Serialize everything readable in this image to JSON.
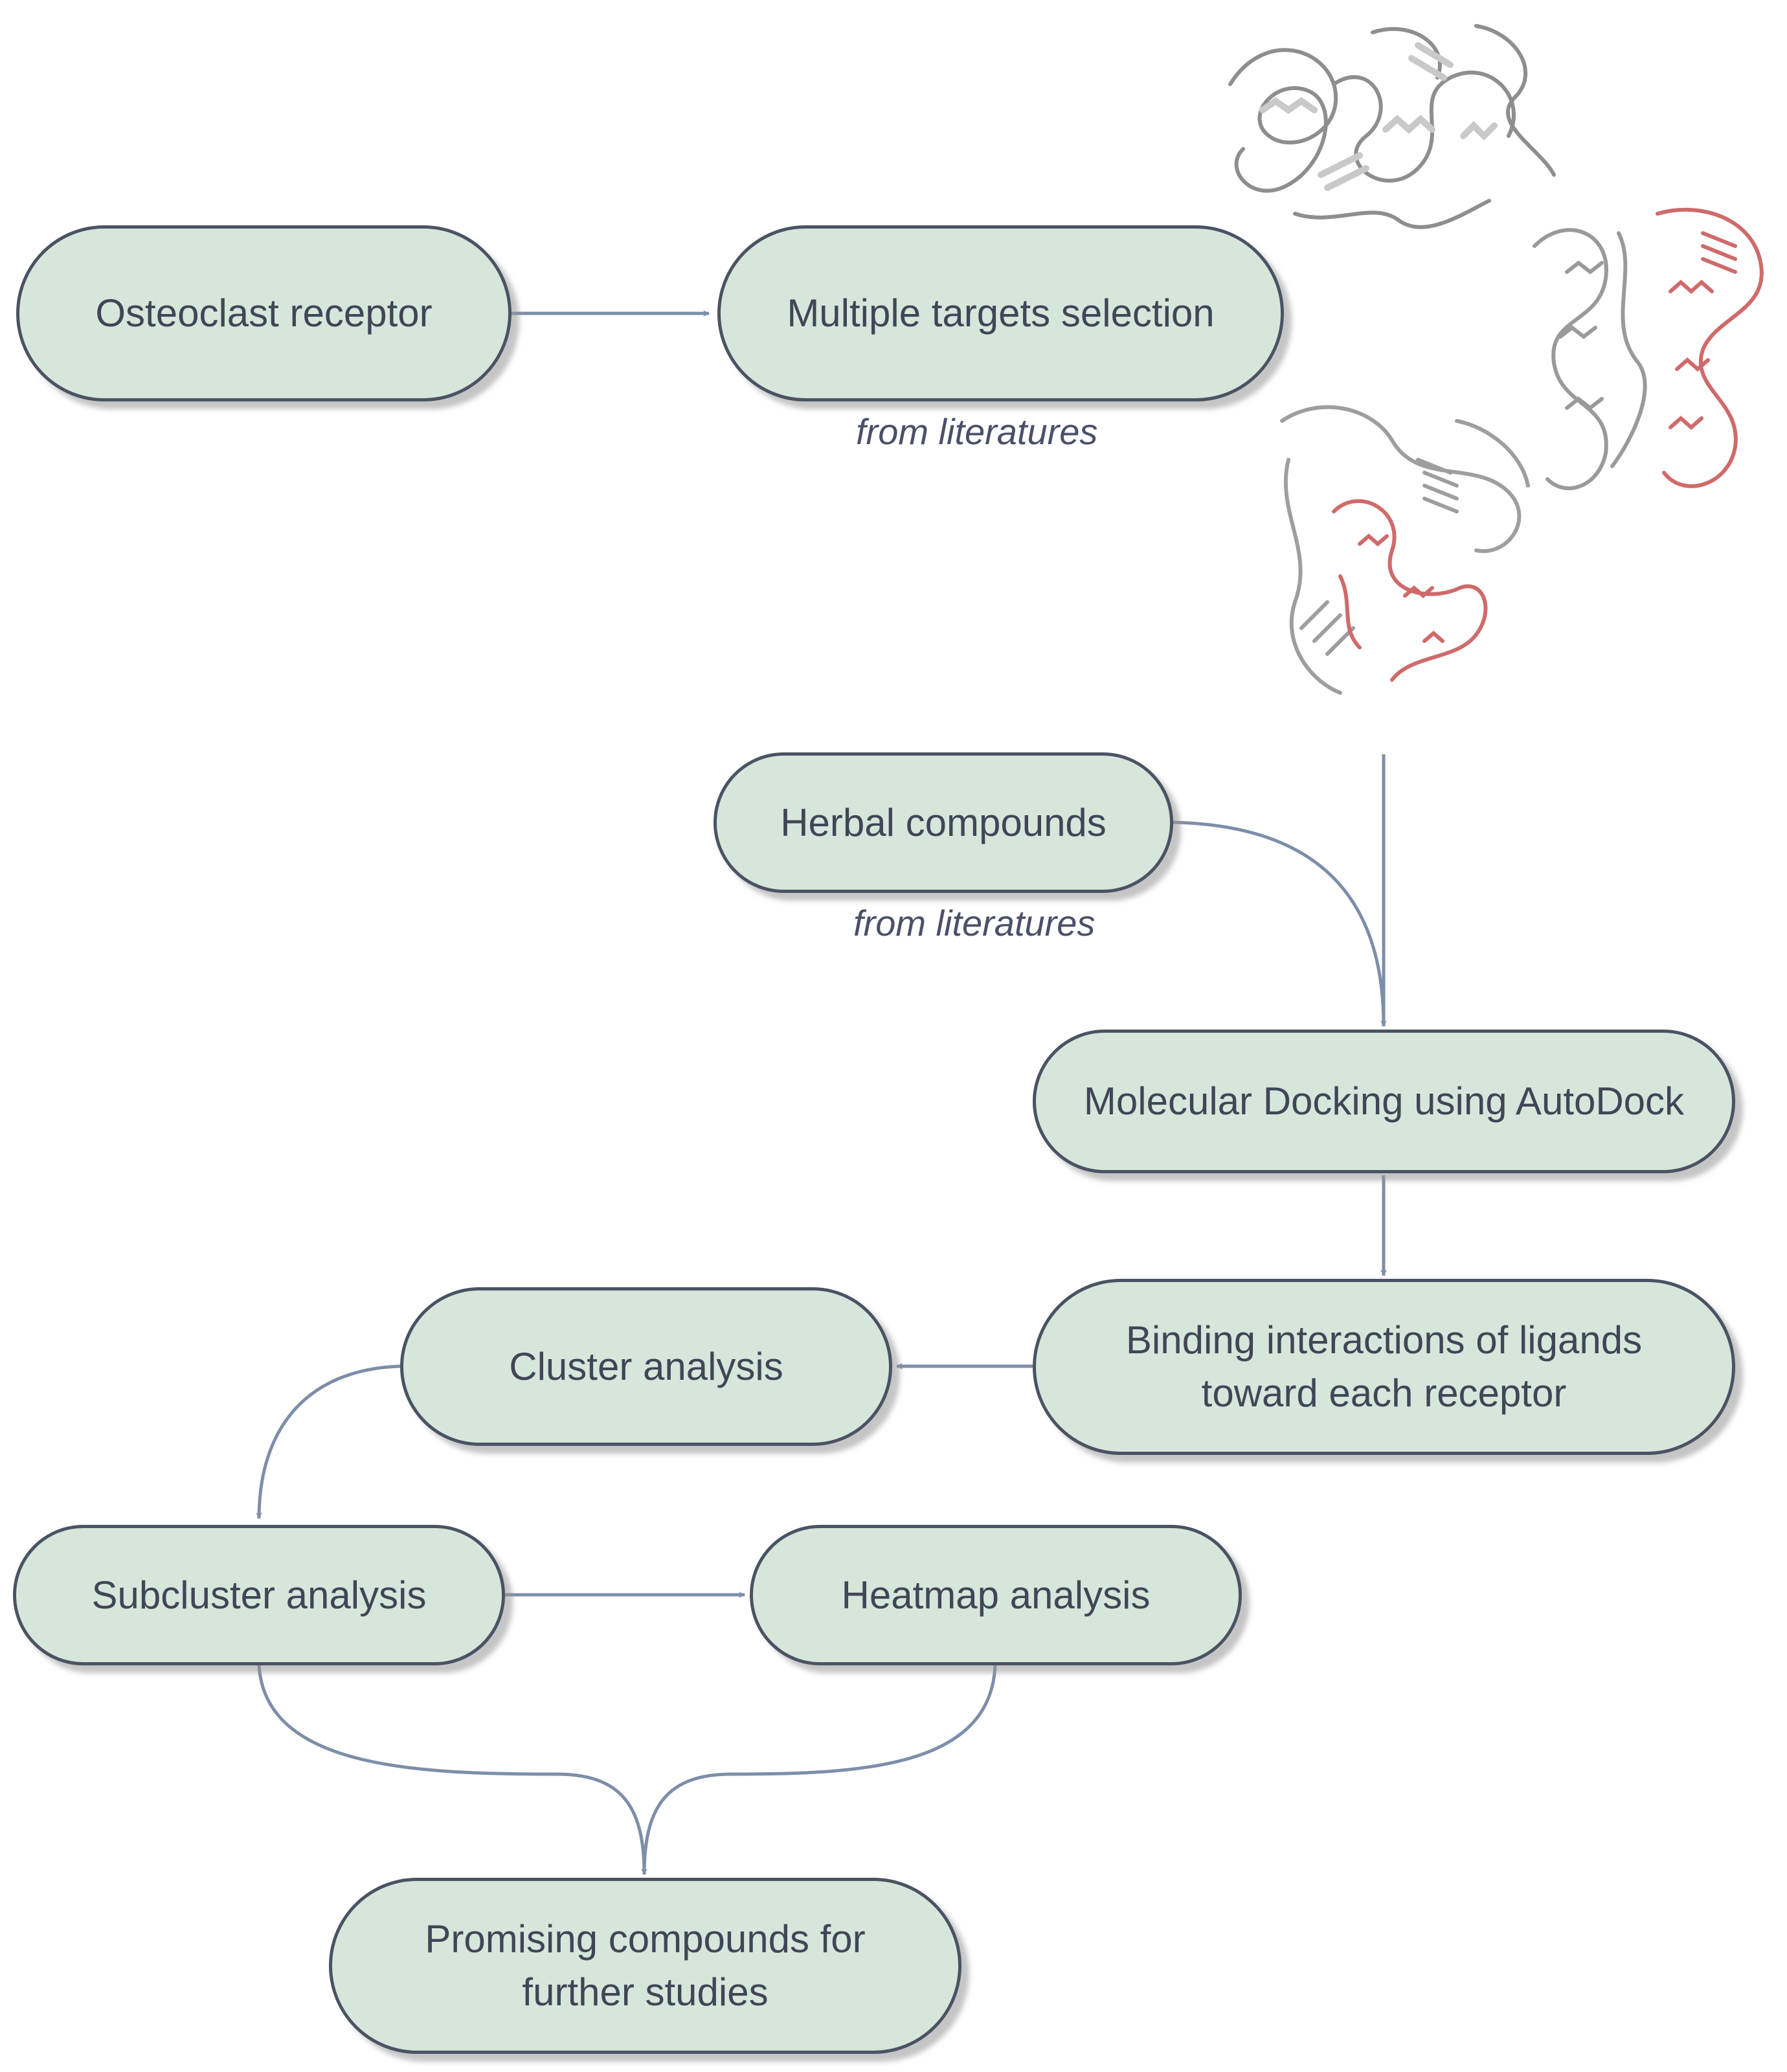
{
  "nodes": {
    "osteoclast_receptor": "Osteoclast receptor",
    "multiple_targets": "Multiple targets selection",
    "herbal_compounds": "Herbal compounds",
    "molecular_docking": "Molecular Docking using AutoDock",
    "binding_line1": "Binding interactions of ligands",
    "binding_line2": "toward each receptor",
    "cluster_analysis": "Cluster analysis",
    "subcluster_analysis": "Subcluster analysis",
    "heatmap_analysis": "Heatmap analysis",
    "promising_line1": "Promising compounds for",
    "promising_line2": "further studies"
  },
  "notes": {
    "targets_source": "from literatures",
    "compounds_source": "from literatures"
  },
  "colors": {
    "node_fill": "#d7e6db",
    "node_border": "#4a5363",
    "arrow": "#7d8ea9",
    "protein_gray": "#b8b8b8",
    "protein_red": "#d98080"
  },
  "icons": [
    "protein-structure-1-icon",
    "protein-structure-2-icon",
    "protein-structure-3-icon"
  ]
}
